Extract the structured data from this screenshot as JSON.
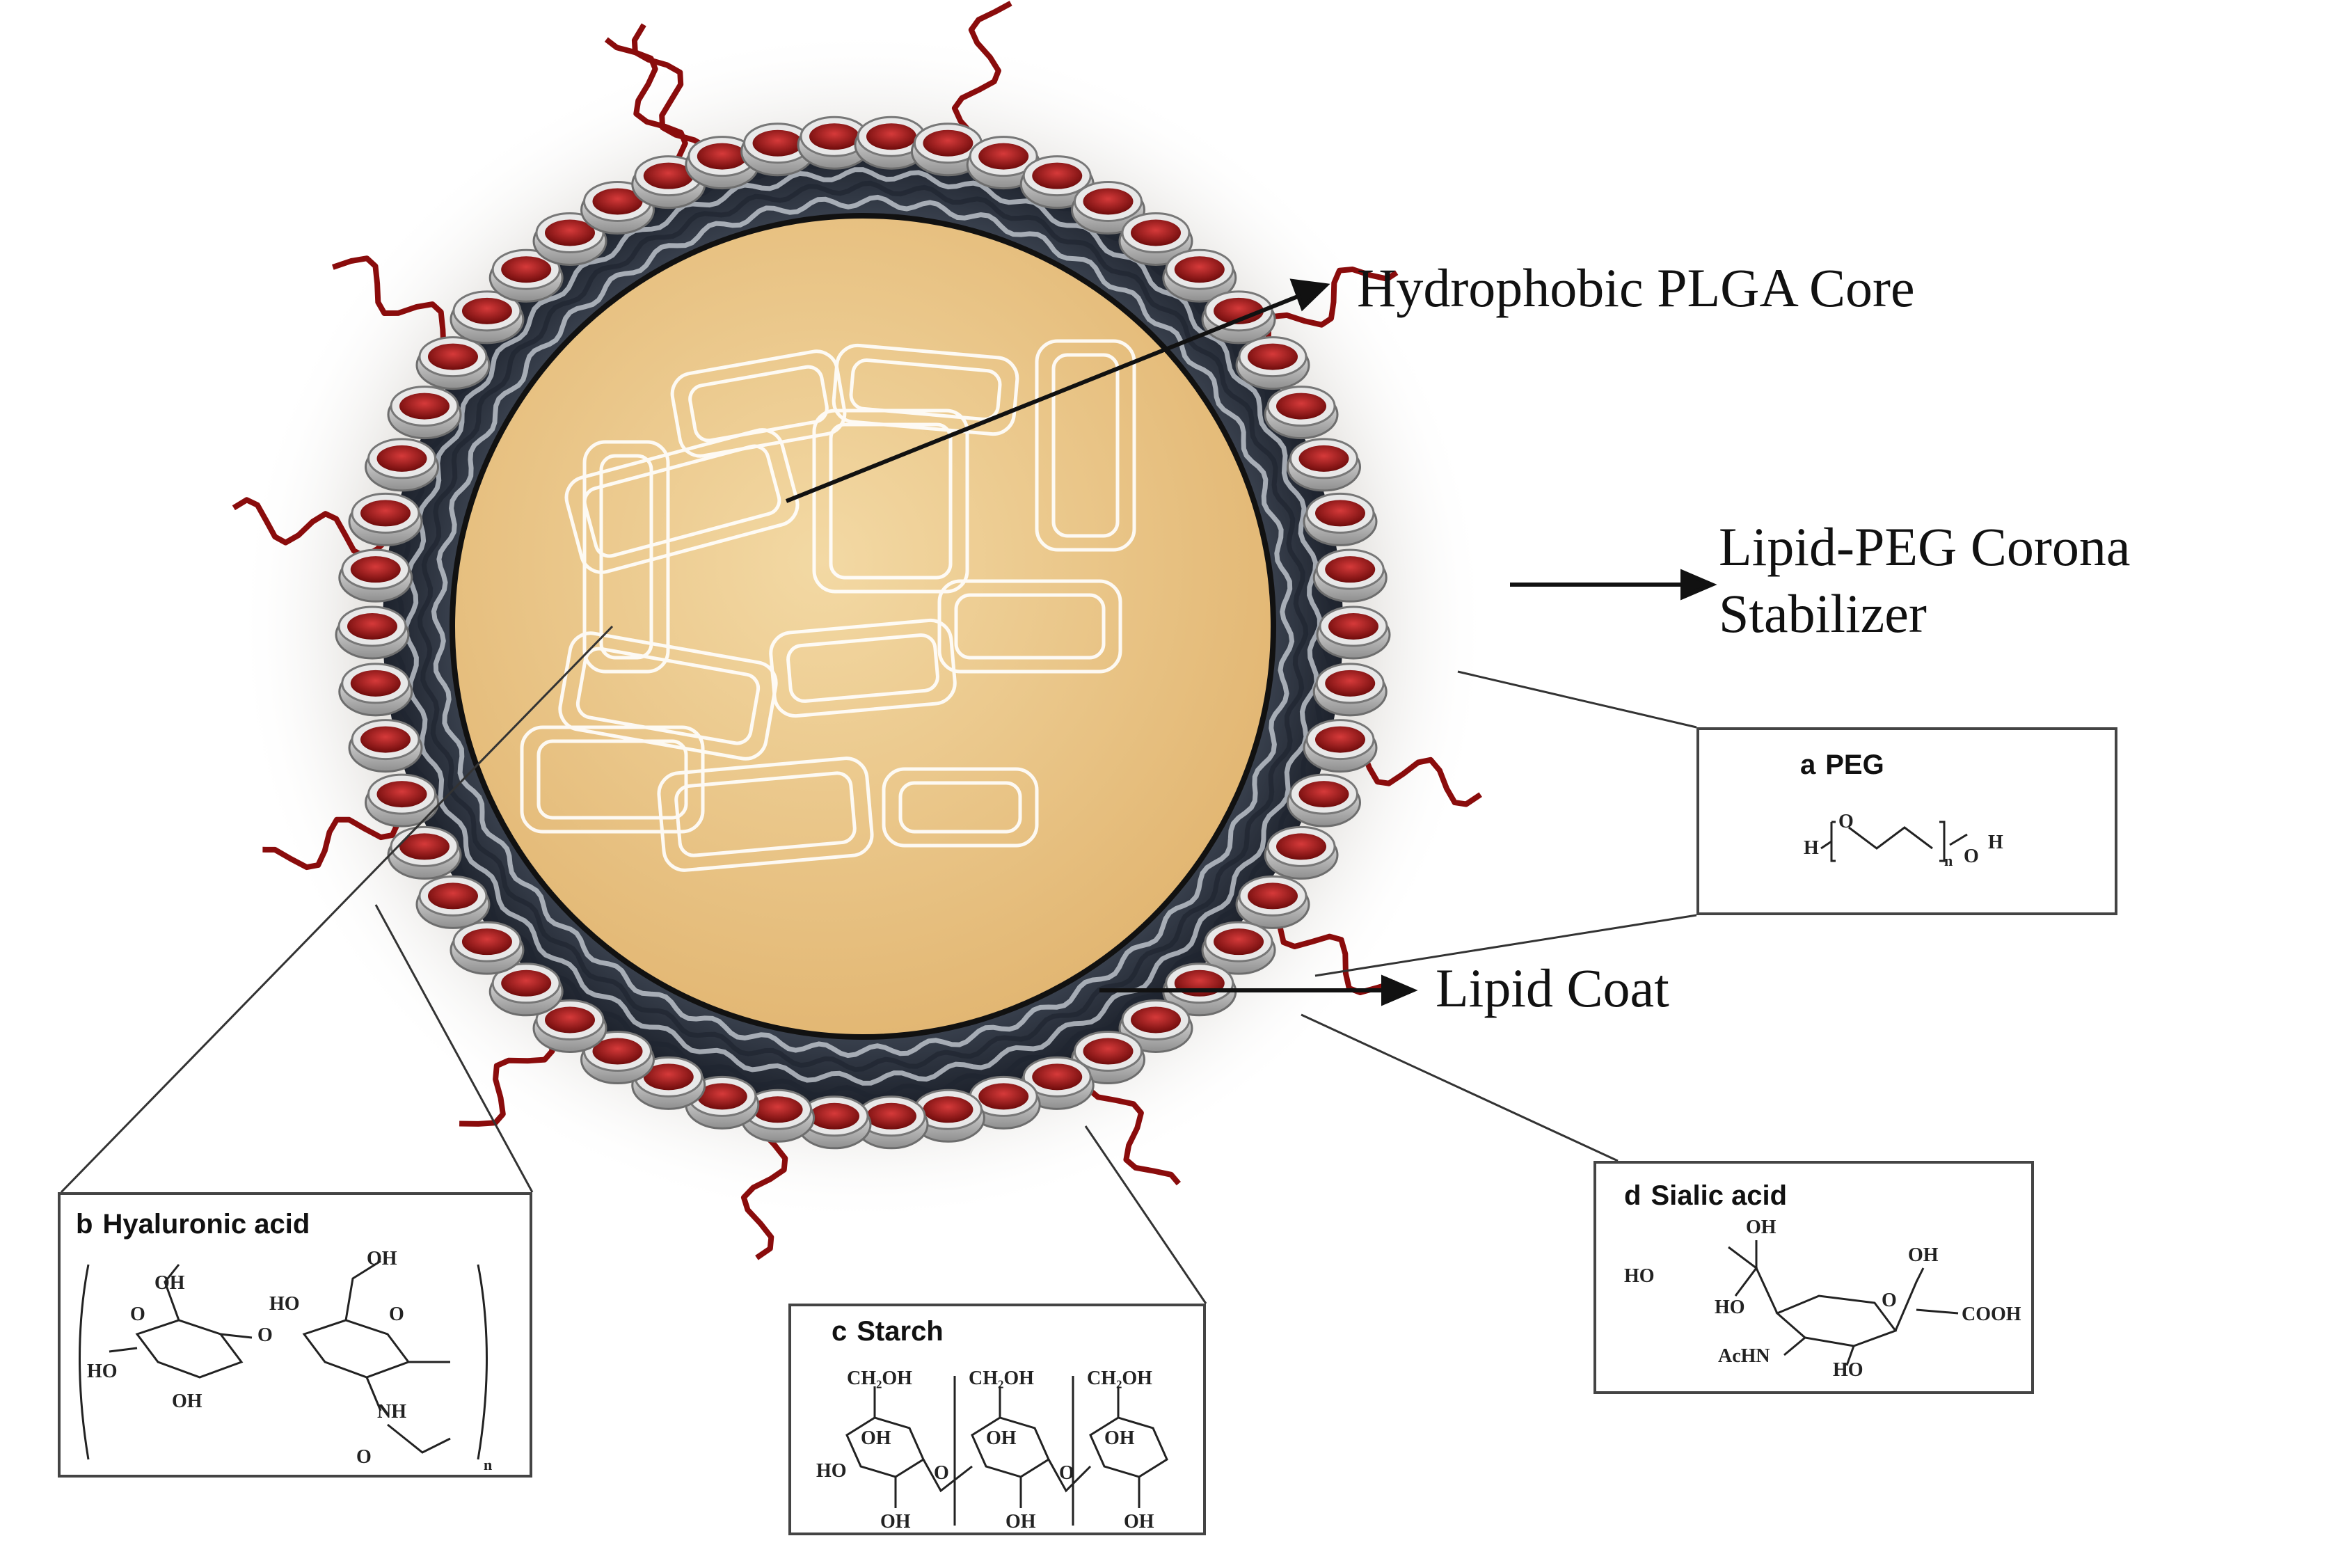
{
  "labels": {
    "core": "Hydrophobic PLGA Core",
    "corona_line1": "Lipid-PEG Corona",
    "corona_line2": "Stabilizer",
    "coat": "Lipid Coat"
  },
  "insets": {
    "peg": {
      "letter": "a",
      "name": "PEG",
      "atoms": [
        "H",
        "O",
        "n",
        "O",
        "H"
      ]
    },
    "hyaluronic": {
      "letter": "b",
      "name": "Hyaluronic acid",
      "atoms": [
        "OH",
        "O",
        "OH",
        "O",
        "HO",
        "HO",
        "O",
        "OH",
        "NH",
        "O",
        "n"
      ]
    },
    "starch": {
      "letter": "c",
      "name": "Starch",
      "atoms": [
        "CH₂OH",
        "CH₂OH",
        "CH₂OH",
        "OH",
        "OH",
        "OH",
        "HO",
        "O",
        "O",
        "OH",
        "OH",
        "OH"
      ]
    },
    "sialic": {
      "letter": "d",
      "name": "Sialic acid",
      "atoms": [
        "OH",
        "OH",
        "HO",
        "HO",
        "O",
        "COOH",
        "AcHN",
        "HO"
      ]
    }
  },
  "colors": {
    "core_fill": "#ecc585",
    "shell_dark": "#2c3340",
    "lipid_head": "#9b1515",
    "peg_chain": "#8a0c0c",
    "arrow": "#111111"
  }
}
